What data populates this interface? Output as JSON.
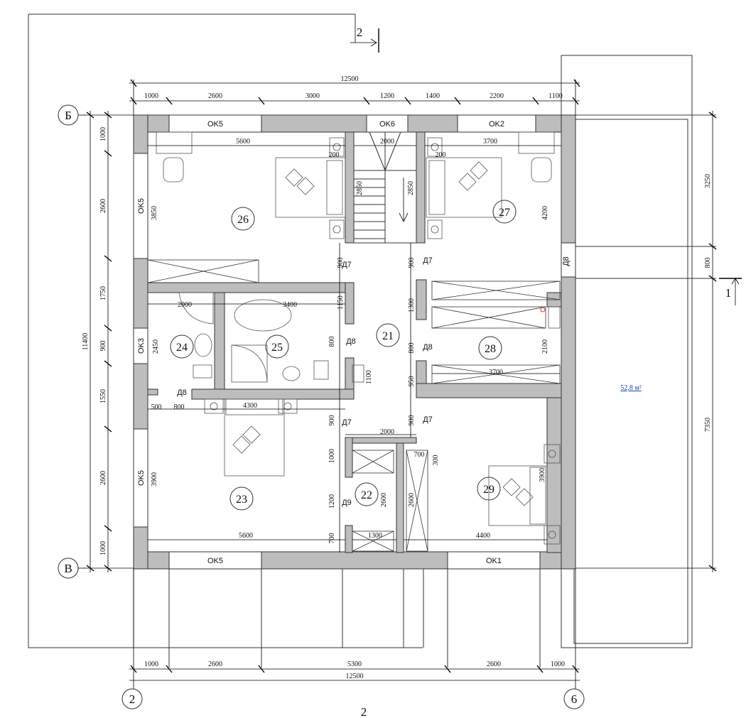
{
  "axes": {
    "top": "Б",
    "bottom": "В",
    "left": "2",
    "right": "6"
  },
  "section_marks": {
    "top": "2",
    "right": "1",
    "bottom": "2"
  },
  "dimensions": {
    "top_total": "12500",
    "top_1000": "1000",
    "top_2600": "2600",
    "top_3000": "3000",
    "top_1200": "1200",
    "top_1400": "1400",
    "top_2200": "2200",
    "top_1100": "1100",
    "bottom_1000a": "1000",
    "bottom_2600a": "2600",
    "bottom_5300": "5300",
    "bottom_2600b": "2600",
    "bottom_1000b": "1000",
    "bottom_total": "12500",
    "left_total": "11400",
    "left_1000a": "1000",
    "left_2600a": "2600",
    "left_1750": "1750",
    "left_900": "900",
    "left_1550": "1550",
    "left_2600b": "2600",
    "left_1000b": "1000",
    "right_3250": "3250",
    "right_800": "800",
    "right_7350": "7350",
    "int_5600a": "5600",
    "int_2000a": "2000",
    "int_3700a": "3700",
    "int_200a": "200",
    "int_200b": "200",
    "int_2850a": "2850",
    "int_2850b": "2850",
    "int_3850": "3850",
    "int_4200": "4200",
    "int_900a": "900",
    "int_900b": "900",
    "int_1150": "1150",
    "int_1300": "1300",
    "int_800a": "800",
    "int_800b": "800",
    "int_2100": "2100",
    "int_950": "950",
    "int_1100": "1100",
    "int_2000b": "2000",
    "int_3400": "3400",
    "int_2450": "2450",
    "int_3700b": "3700",
    "int_500": "500",
    "int_800c": "800",
    "int_4300": "4300",
    "int_900c": "900",
    "int_900d": "900",
    "int_2000c": "2000",
    "int_1000": "1000",
    "int_1200": "1200",
    "int_700a": "700",
    "int_2600a": "2600",
    "int_2600b": "2600",
    "int_700b": "700",
    "int_300": "300",
    "int_3900a": "3900",
    "int_3900b": "3900",
    "int_5600b": "5600",
    "int_1300b": "1300",
    "int_4400": "4400"
  },
  "windows": {
    "ok5_top": "OK5",
    "ok6": "OK6",
    "ok2": "OK2",
    "ok5_left_a": "OK5",
    "ok3": "OK3",
    "ok5_left_b": "OK5",
    "ok5_bottom": "OK5",
    "ok1": "OK1"
  },
  "doors": {
    "d7a": "Д7",
    "d7b": "Д7",
    "d8a": "Д8",
    "d8b": "Д8",
    "d8c": "Д8",
    "d7c": "Д7",
    "d7d": "Д7",
    "d9": "Д9",
    "d8_ext": "Д8"
  },
  "rooms": [
    {
      "id": "26"
    },
    {
      "id": "27"
    },
    {
      "id": "21"
    },
    {
      "id": "24"
    },
    {
      "id": "25"
    },
    {
      "id": "28"
    },
    {
      "id": "23"
    },
    {
      "id": "22"
    },
    {
      "id": "29"
    }
  ],
  "terrace_area": "52,8 м²",
  "colors": {
    "wall": "#bdbdbd",
    "line": "#000000",
    "area_text": "#1a3fb0"
  }
}
